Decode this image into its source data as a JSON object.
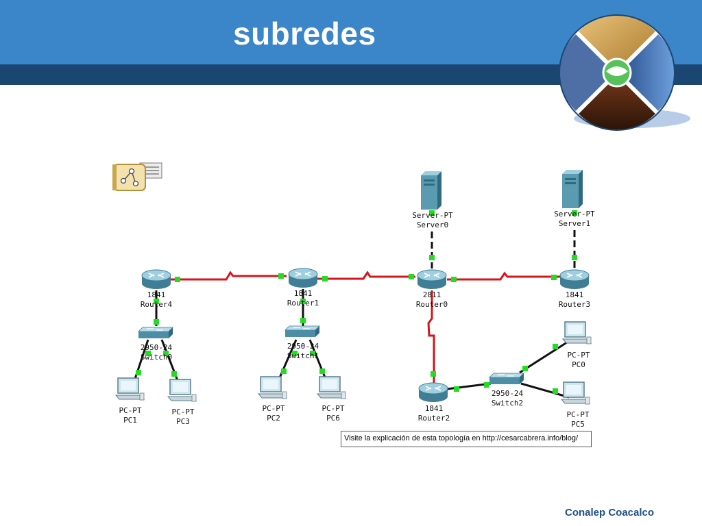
{
  "slide": {
    "title": "subredes",
    "footer": "Conalep Coacalco"
  },
  "colors": {
    "header_top": "#3a86c8",
    "header_band": "#1b4672",
    "serial_link": "#d4151c",
    "ethernet_link": "#111111",
    "port_indicator": "#22dd22"
  },
  "devices": {
    "server0": {
      "model": "Server-PT",
      "name": "Server0"
    },
    "server1": {
      "model": "Server-PT",
      "name": "Server1"
    },
    "router4": {
      "model": "1841",
      "name": "Router4"
    },
    "router1": {
      "model": "1841",
      "name": "Router1"
    },
    "router0": {
      "model": "2811",
      "name": "Router0"
    },
    "router3": {
      "model": "1841",
      "name": "Router3"
    },
    "router2": {
      "model": "1841",
      "name": "Router2"
    },
    "switch0": {
      "model": "2950-24",
      "name": "Switch0"
    },
    "switch1": {
      "model": "2950-24",
      "name": "Switch1"
    },
    "switch2": {
      "model": "2950-24",
      "name": "Switch2"
    },
    "pc1": {
      "model": "PC-PT",
      "name": "PC1"
    },
    "pc3": {
      "model": "PC-PT",
      "name": "PC3"
    },
    "pc2": {
      "model": "PC-PT",
      "name": "PC2"
    },
    "pc6": {
      "model": "PC-PT",
      "name": "PC6"
    },
    "pc0": {
      "model": "PC-PT",
      "name": "PC0"
    },
    "pc5": {
      "model": "PC-PT",
      "name": "PC5"
    }
  },
  "note": "Visite la explicación de esta topología en http://cesarcabrera.info/blog/"
}
